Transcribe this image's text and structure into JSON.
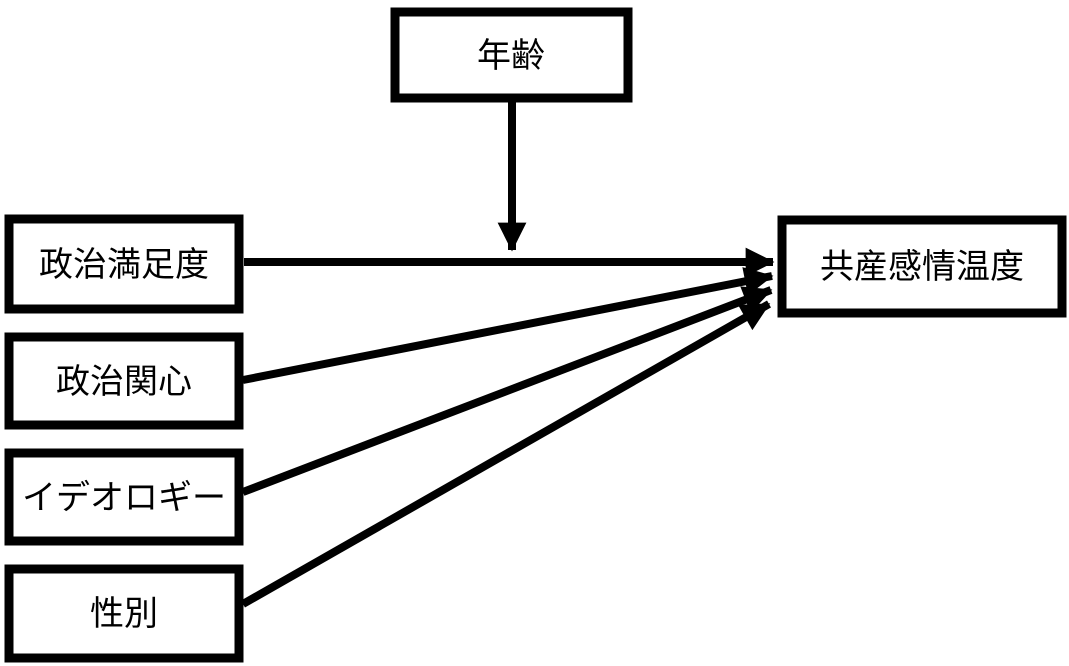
{
  "diagram": {
    "colors": {
      "background": "#ffffff",
      "node_fill": "#ffffff",
      "line": "#000000",
      "text": "#000000"
    },
    "nodes": {
      "age": {
        "label": "年齢"
      },
      "political_satisfaction": {
        "label": "政治満足度"
      },
      "political_interest": {
        "label": "政治関心"
      },
      "ideology": {
        "label": "イデオロギー"
      },
      "gender": {
        "label": "性別"
      },
      "communist_feeling_thermometer": {
        "label": "共産感情温度"
      }
    },
    "edges": [
      {
        "from": "political_satisfaction",
        "to": "communist_feeling_thermometer",
        "style": "arrow"
      },
      {
        "from": "political_interest",
        "to": "communist_feeling_thermometer",
        "style": "arrow"
      },
      {
        "from": "ideology",
        "to": "communist_feeling_thermometer",
        "style": "arrow"
      },
      {
        "from": "gender",
        "to": "communist_feeling_thermometer",
        "style": "arrow"
      },
      {
        "from": "age",
        "to": "path_political_satisfaction_to_communist_feeling_thermometer",
        "style": "arrow"
      }
    ]
  }
}
